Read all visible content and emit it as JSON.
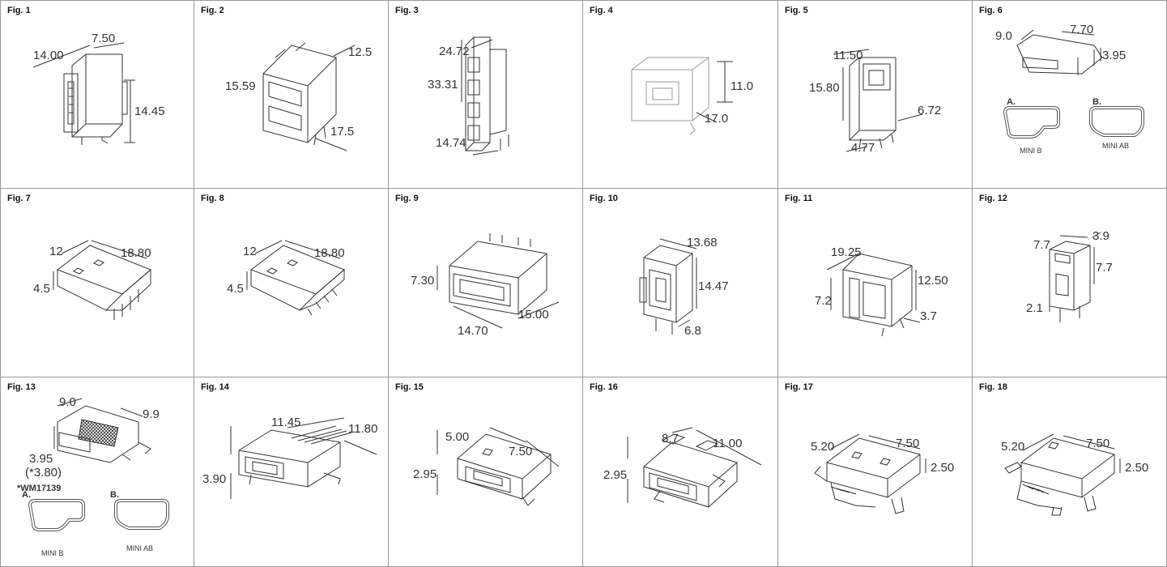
{
  "figures": [
    {
      "label": "Fig. 1",
      "dims": [
        "14.00",
        "7.50",
        "14.45"
      ]
    },
    {
      "label": "Fig. 2",
      "dims": [
        "12.5",
        "15.59",
        "17.5"
      ]
    },
    {
      "label": "Fig. 3",
      "dims": [
        "24.72",
        "33.31",
        "14.74"
      ]
    },
    {
      "label": "Fig. 4",
      "dims": [
        "11.0",
        "17.0"
      ]
    },
    {
      "label": "Fig. 5",
      "dims": [
        "11.50",
        "15.80",
        "6.72",
        "4.77"
      ]
    },
    {
      "label": "Fig. 6",
      "dims": [
        "9.0",
        "7.70",
        "3.95"
      ],
      "insets": [
        {
          "letter": "A.",
          "name": "MINI B"
        },
        {
          "letter": "B.",
          "name": "MINI AB"
        }
      ]
    },
    {
      "label": "Fig. 7",
      "dims": [
        "12",
        "18.80",
        "4.5"
      ]
    },
    {
      "label": "Fig. 8",
      "dims": [
        "12",
        "18.80",
        "4.5"
      ]
    },
    {
      "label": "Fig. 9",
      "dims": [
        "7.30",
        "14.70",
        "15.00"
      ]
    },
    {
      "label": "Fig. 10",
      "dims": [
        "13.68",
        "14.47",
        "6.8"
      ]
    },
    {
      "label": "Fig. 11",
      "dims": [
        "19.25",
        "12.50",
        "7.2",
        "3.7"
      ]
    },
    {
      "label": "Fig. 12",
      "dims": [
        "7.7",
        "3.9",
        "7.7",
        "2.1"
      ]
    },
    {
      "label": "Fig. 13",
      "dims": [
        "9.0",
        "9.9",
        "3.95",
        "(*3.80)"
      ],
      "note": "*WM17139",
      "insets": [
        {
          "letter": "A.",
          "name": "MINI B"
        },
        {
          "letter": "B.",
          "name": "MINI AB"
        }
      ]
    },
    {
      "label": "Fig. 14",
      "dims": [
        "11.45",
        "11.80",
        "3.90"
      ]
    },
    {
      "label": "Fig. 15",
      "dims": [
        "5.00",
        "7.50",
        "2.95"
      ]
    },
    {
      "label": "Fig. 16",
      "dims": [
        "8.7",
        "11.00",
        "2.95"
      ]
    },
    {
      "label": "Fig. 17",
      "dims": [
        "5.20",
        "7.50",
        "2.50"
      ]
    },
    {
      "label": "Fig. 18",
      "dims": [
        "5.20",
        "7.50",
        "2.50"
      ]
    }
  ]
}
